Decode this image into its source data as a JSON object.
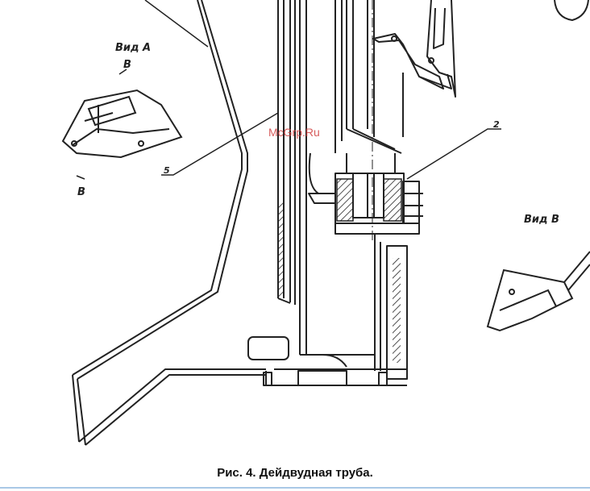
{
  "figure": {
    "caption": "Рис. 4. Дейдвудная труба.",
    "watermark": "McGrp.Ru",
    "view_a": {
      "title": "Вид А",
      "section_top": "В",
      "section_bottom": "В"
    },
    "view_b": {
      "title": "Вид В"
    },
    "callouts": {
      "part_5": "5",
      "part_2": "2"
    }
  }
}
